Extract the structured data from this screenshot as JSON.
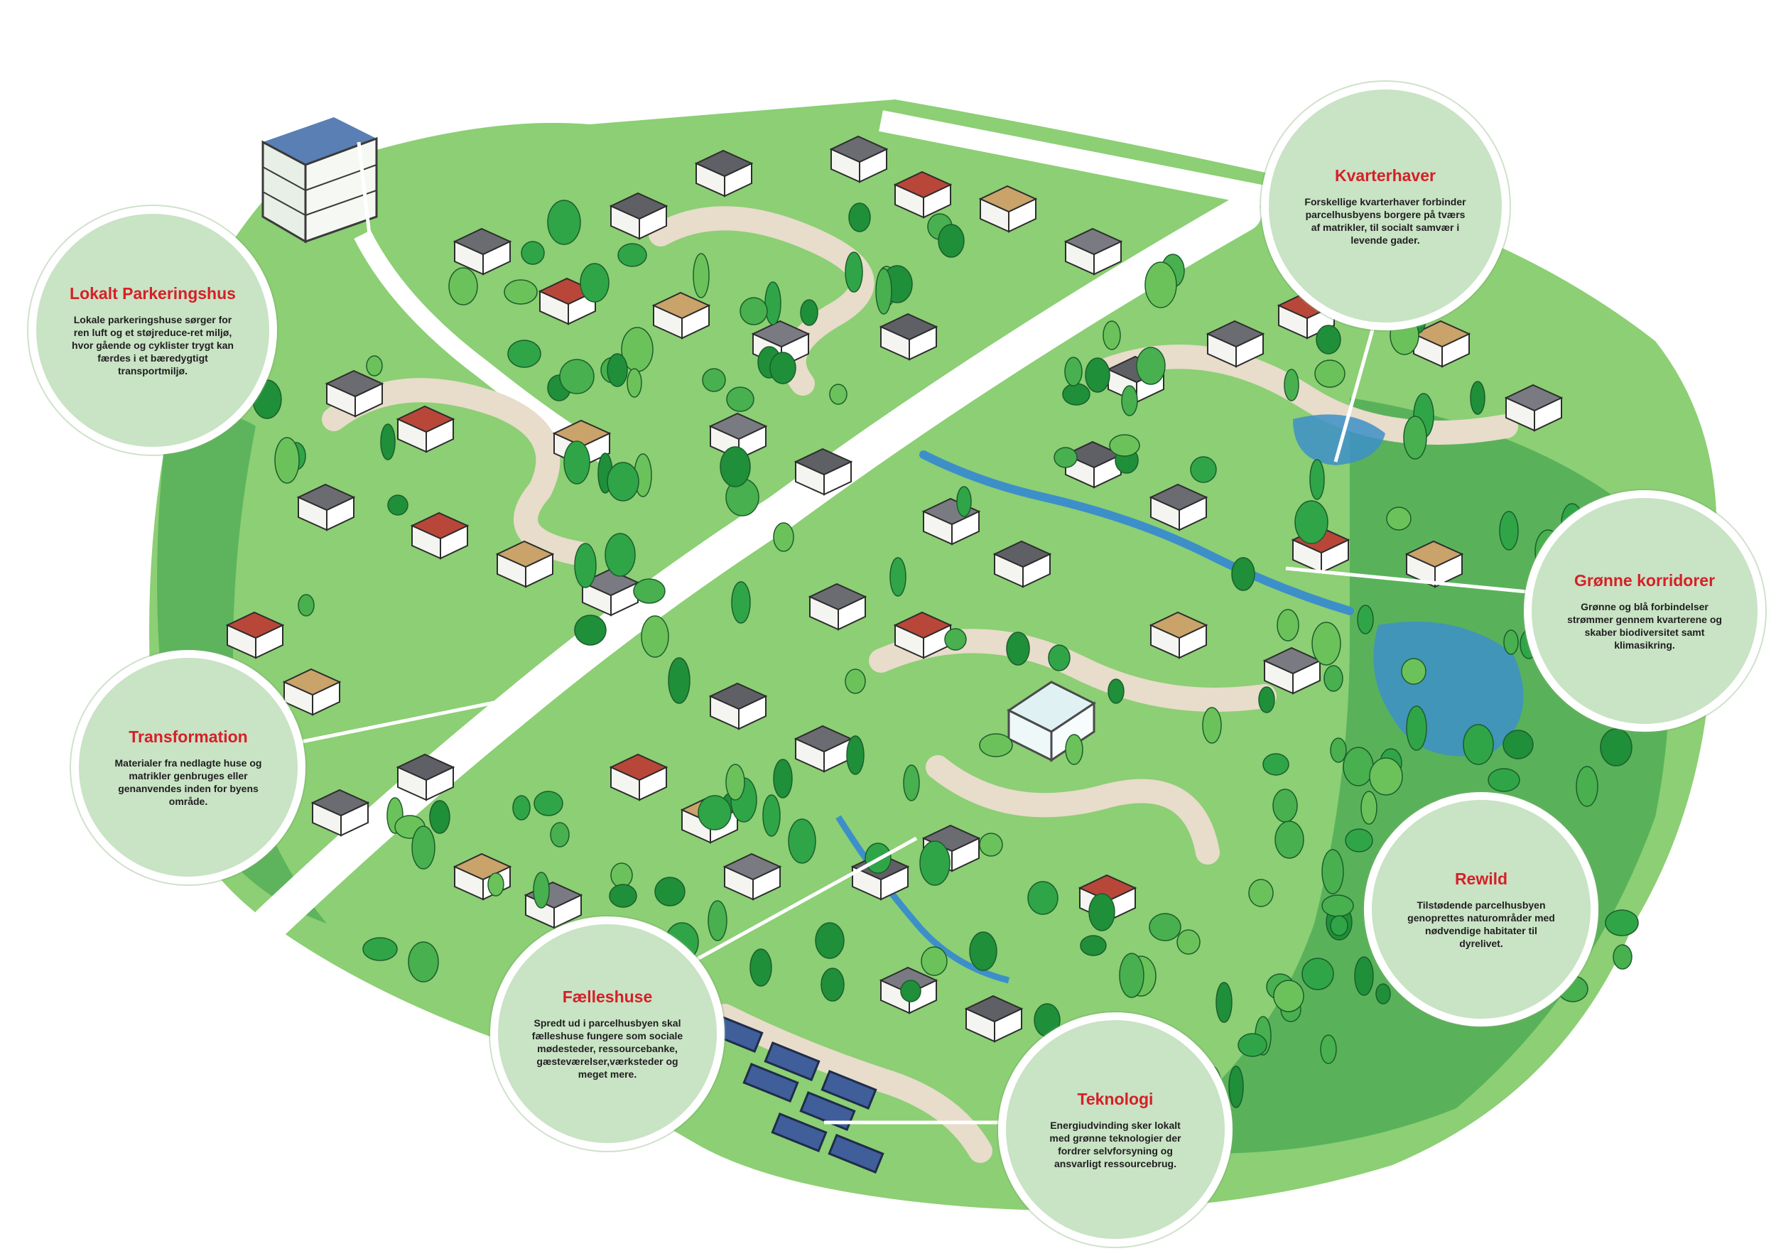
{
  "callouts": {
    "kvarterhaver": {
      "title": "Kvarterhaver",
      "text": "Forskellige kvarterhaver forbinder parcelhusbyens borgere på tværs af matrikler, til socialt samvær i levende gader."
    },
    "parkeringshus": {
      "title": "Lokalt Parkeringshus",
      "text": "Lokale parkeringshuse sørger for ren luft og et støjreduce-ret miljø, hvor gående og cyklister trygt kan færdes i et bæredygtigt transportmiljø."
    },
    "korridorer": {
      "title": "Grønne korridorer",
      "text": "Grønne og blå forbindelser strømmer gennem kvarterene og skaber biodiversitet samt klimasikring."
    },
    "transformation": {
      "title": "Transformation",
      "text": "Materialer fra nedlagte huse og matrikler genbruges eller genanvendes inden for byens område."
    },
    "rewild": {
      "title": "Rewild",
      "text": "Tilstødende parcelhusbyen genoprettes naturområder med nødvendige habitater til dyrelivet."
    },
    "faelleshuse": {
      "title": "Fælleshuse",
      "text": "Spredt ud i parcelhusbyen skal fælleshuse fungere som sociale mødesteder, ressourcebanke, gæsteværelser,værksteder og meget mere."
    },
    "teknologi": {
      "title": "Teknologi",
      "text": "Energiudvinding sker lokalt med grønne teknologier der fordrer selvforsyning og ansvarligt ressourcebrug."
    }
  },
  "colors": {
    "title_red": "#d62027",
    "bubble_fill": "#c9e3c5",
    "grass": "#7cc26a",
    "forest": "#1f8f3a",
    "path": "#e8dccb",
    "water": "#3d8fc9"
  }
}
